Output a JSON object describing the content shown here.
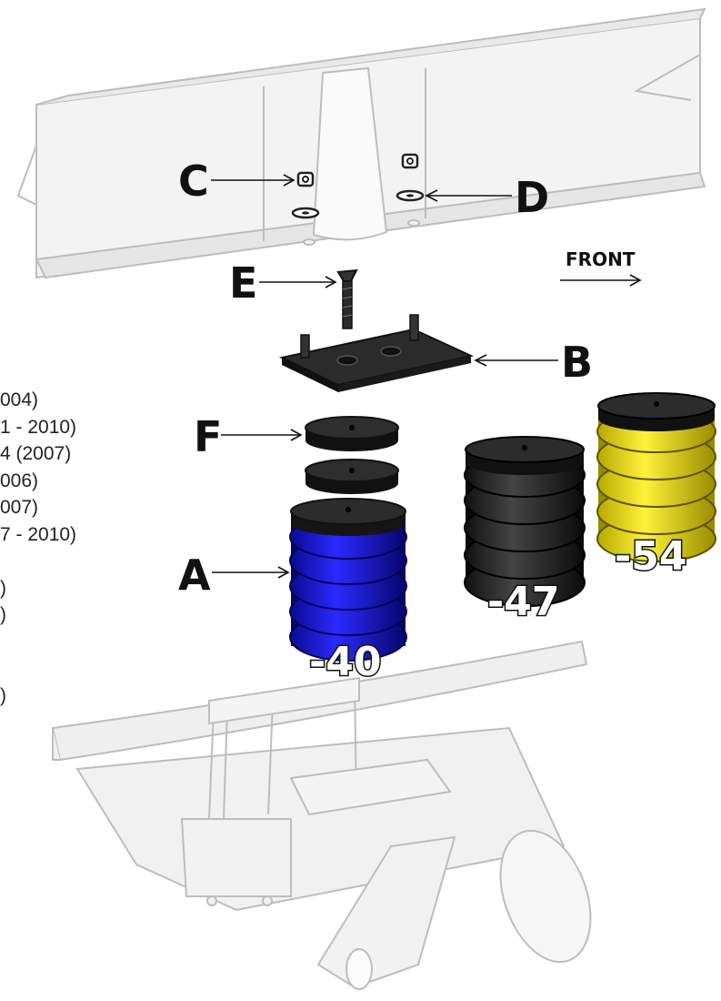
{
  "callouts": {
    "a": "A",
    "b": "B",
    "c": "C",
    "d": "D",
    "e": "E",
    "f": "F"
  },
  "front_label": "FRONT",
  "model_list": [
    "004)",
    "1 - 2010)",
    "4 (2007)",
    "006)",
    "007)",
    "7 - 2010)",
    "",
    ")",
    ")",
    "",
    "",
    ")"
  ],
  "springs": [
    {
      "label": "-40",
      "color": "#1414c8"
    },
    {
      "label": "-47",
      "color": "#1a1a1a"
    },
    {
      "label": "-54",
      "color": "#f0e020"
    }
  ],
  "colors": {
    "line_art": "#bdbdbd",
    "part_fill": "#efefef",
    "hardware": "#222222"
  }
}
